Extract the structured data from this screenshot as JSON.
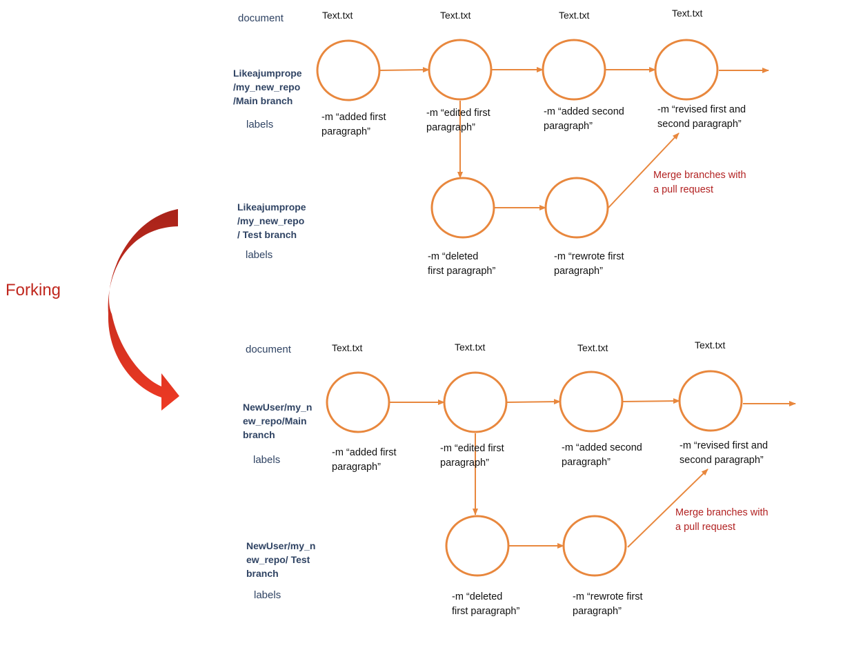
{
  "fork_label": "Forking",
  "colors": {
    "commit_stroke": "#e8873d",
    "arrow": "#e8873d",
    "fork_arrow": "#d8261c",
    "label_text": "#2f4363",
    "merge_text": "#b22222"
  },
  "sections": [
    {
      "row_labels": {
        "document": "document",
        "main_branch": "Likeajumprope\n/my_new_repo\n/Main branch",
        "main_labels": "labels",
        "test_branch": "Likeajumprope\n/my_new_repo\n/ Test branch",
        "test_labels": "labels"
      },
      "main_commits": [
        {
          "file": "Text.txt",
          "message": "-m “added first\nparagraph”"
        },
        {
          "file": "Text.txt",
          "message": "-m “edited first\nparagraph”"
        },
        {
          "file": "Text.txt",
          "message": "-m “added second\nparagraph”"
        },
        {
          "file": "Text.txt",
          "message": "-m “revised first and\nsecond paragraph”"
        }
      ],
      "test_commits": [
        {
          "message": "-m “deleted\nfirst paragraph”"
        },
        {
          "message": "-m “rewrote first\nparagraph”"
        }
      ],
      "merge_note": "Merge branches with\na pull request"
    },
    {
      "row_labels": {
        "document": "document",
        "main_branch": "NewUser/my_n\new_repo/Main\nbranch",
        "main_labels": "labels",
        "test_branch": "NewUser/my_n\new_repo/ Test\nbranch",
        "test_labels": "labels"
      },
      "main_commits": [
        {
          "file": "Text.txt",
          "message": "-m “added first\nparagraph”"
        },
        {
          "file": "Text.txt",
          "message": "-m “edited first\nparagraph”"
        },
        {
          "file": "Text.txt",
          "message": "-m “added second\nparagraph”"
        },
        {
          "file": "Text.txt",
          "message": "-m “revised first and\nsecond paragraph”"
        }
      ],
      "test_commits": [
        {
          "message": "-m “deleted\nfirst paragraph”"
        },
        {
          "message": "-m “rewrote first\nparagraph”"
        }
      ],
      "merge_note": "Merge branches with\na pull request"
    }
  ]
}
